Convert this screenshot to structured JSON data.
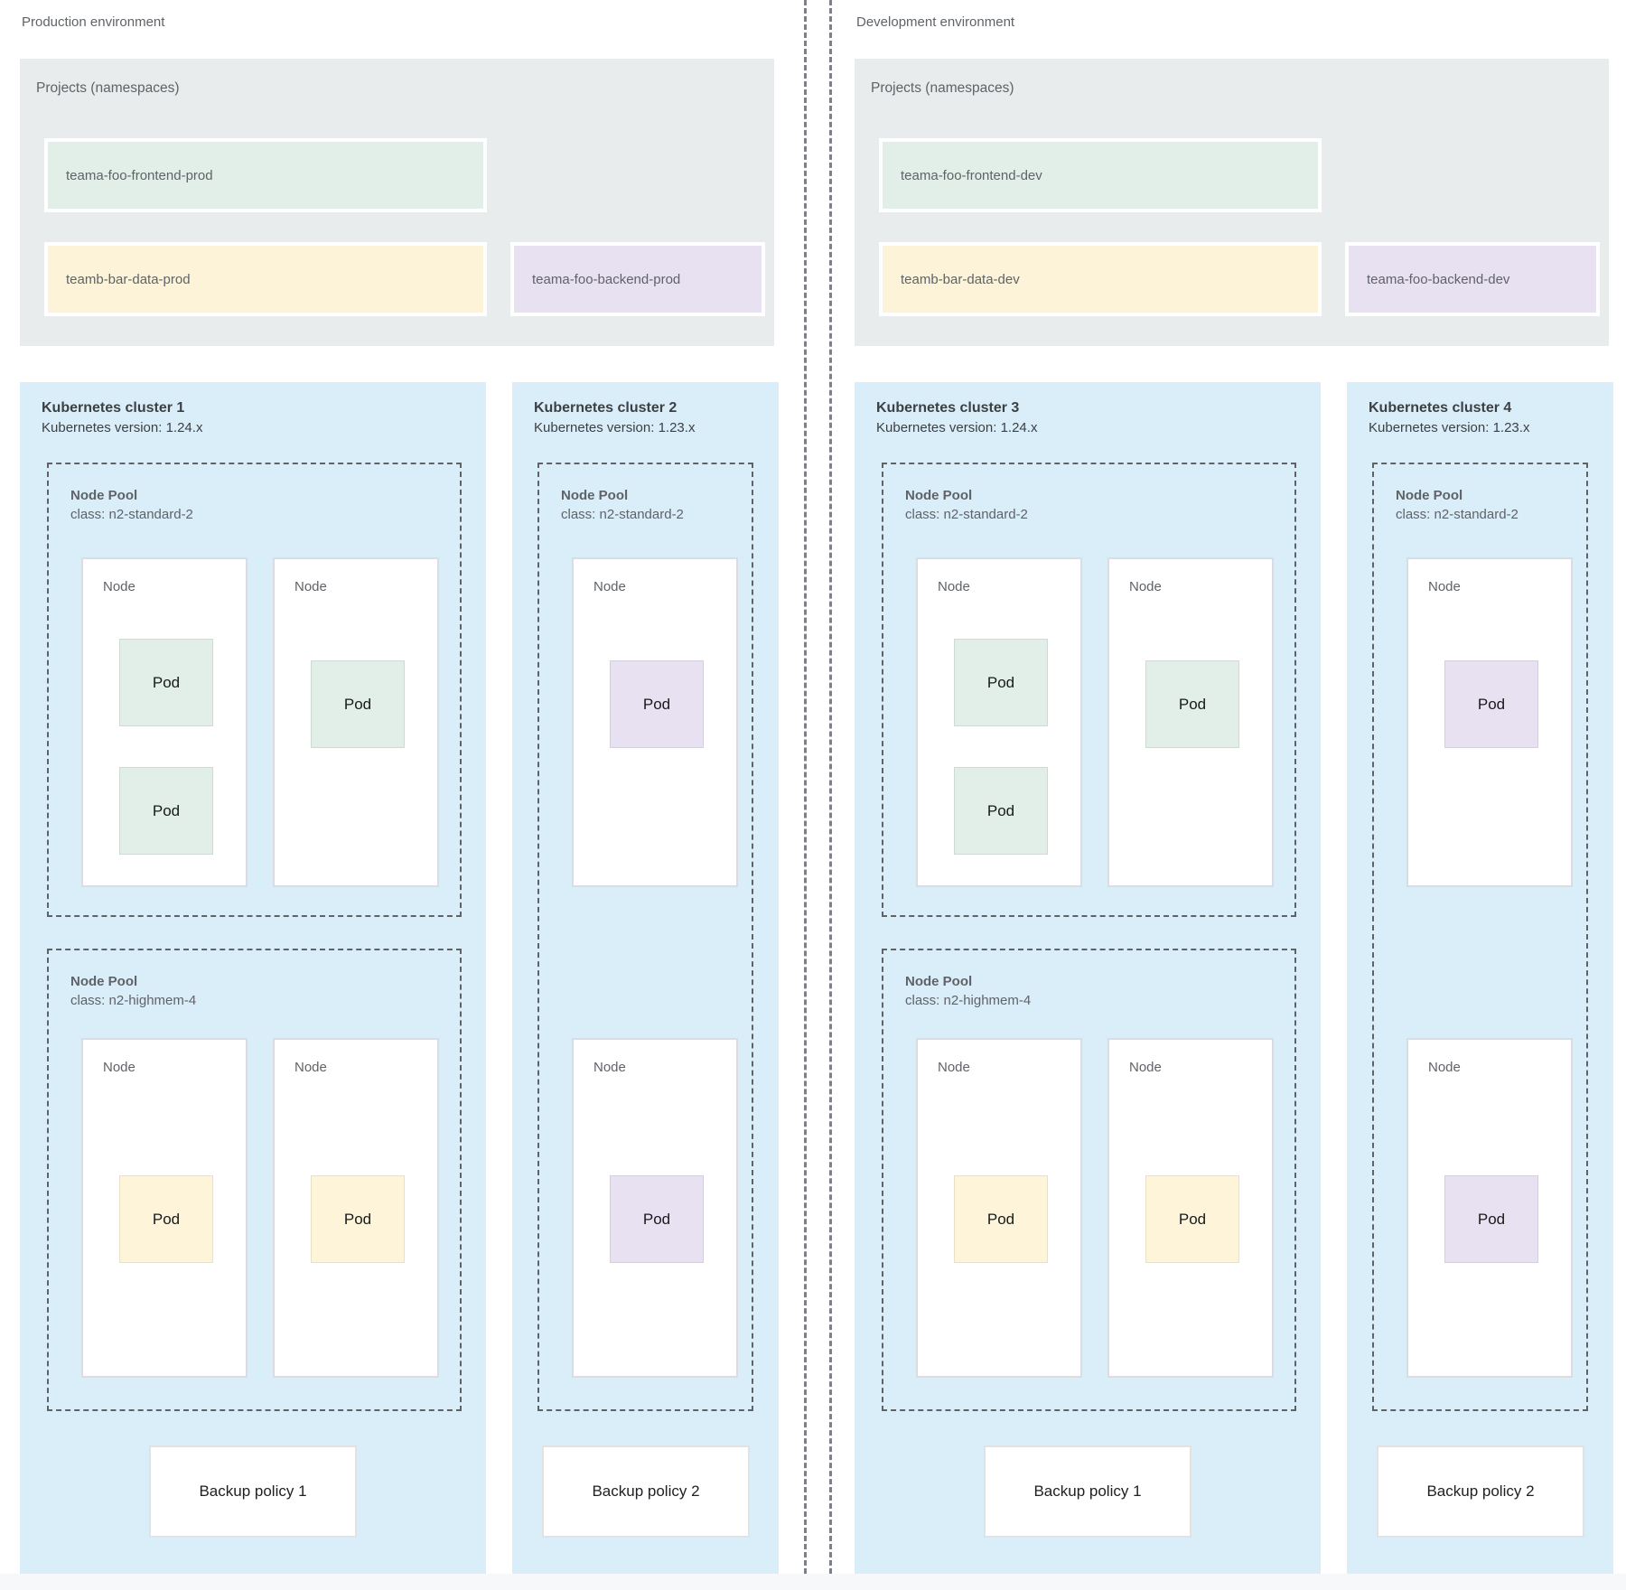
{
  "labels": {
    "node": "Node",
    "pod": "Pod"
  },
  "palette": {
    "panel_gray": "#e8eced",
    "cluster_blue": "#daeefa",
    "project_green": "#e1efe8",
    "project_yellow": "#fcf3d8",
    "project_purple": "#e8e1f2",
    "text_gray": "#5f6368",
    "text_dark": "#3c4043"
  },
  "environments": {
    "prod": {
      "label": "Production environment",
      "projects_title": "Projects (namespaces)",
      "projects": {
        "frontend": "teama-foo-frontend-prod",
        "data": "teamb-bar-data-prod",
        "backend": "teama-foo-backend-prod"
      },
      "cluster_big": {
        "title": "Kubernetes cluster 1",
        "version": "Kubernetes version: 1.24.x",
        "pool1": {
          "title": "Node Pool",
          "class": "class: n2-standard-2"
        },
        "pool2": {
          "title": "Node Pool",
          "class": "class: n2-highmem-4"
        },
        "backup": "Backup policy 1"
      },
      "cluster_small": {
        "title": "Kubernetes cluster 2",
        "version": "Kubernetes version: 1.23.x",
        "pool1": {
          "title": "Node Pool",
          "class": "class: n2-standard-2"
        },
        "backup": "Backup policy 2"
      }
    },
    "dev": {
      "label": "Development environment",
      "projects_title": "Projects (namespaces)",
      "projects": {
        "frontend": "teama-foo-frontend-dev",
        "data": "teamb-bar-data-dev",
        "backend": "teama-foo-backend-dev"
      },
      "cluster_big": {
        "title": "Kubernetes cluster 3",
        "version": "Kubernetes version: 1.24.x",
        "pool1": {
          "title": "Node Pool",
          "class": "class: n2-standard-2"
        },
        "pool2": {
          "title": "Node Pool",
          "class": "class: n2-highmem-4"
        },
        "backup": "Backup policy 1"
      },
      "cluster_small": {
        "title": "Kubernetes cluster 4",
        "version": "Kubernetes version: 1.23.x",
        "pool1": {
          "title": "Node Pool",
          "class": "class: n2-standard-2"
        },
        "backup": "Backup policy 2"
      }
    }
  }
}
